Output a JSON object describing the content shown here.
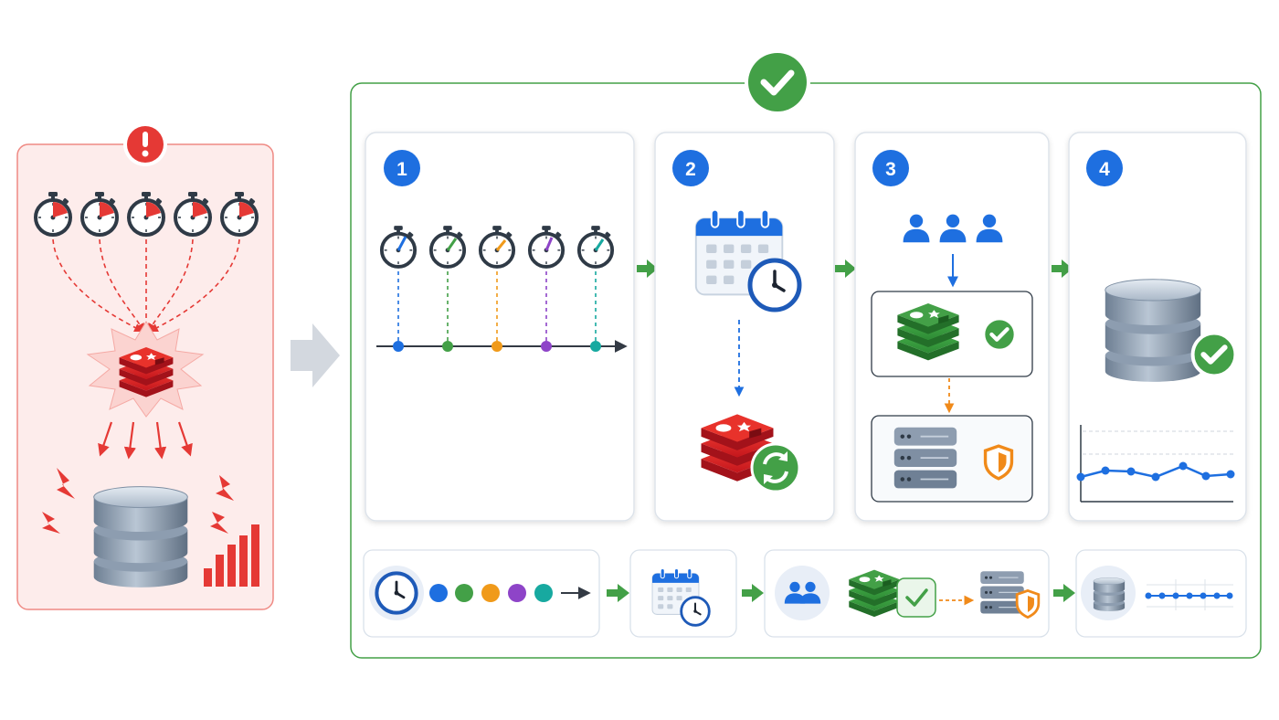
{
  "colors": {
    "problem_accent": "#e53935",
    "problem_bg": "#fdecea",
    "solution_border": "#43a047",
    "step_blue": "#1e6fe0",
    "arrow_green": "#43a047",
    "jitter_colors": [
      "#1e6fe0",
      "#43a047",
      "#f09a1a",
      "#8e44c8",
      "#17a9a0"
    ]
  },
  "problem_panel": {
    "badge_icon": "exclamation-icon",
    "timer_icons": [
      "stopwatch-icon",
      "stopwatch-icon",
      "stopwatch-icon",
      "stopwatch-icon",
      "stopwatch-icon"
    ],
    "cache_icon": "redis-cache-icon",
    "database_icon": "database-icon",
    "load_icon": "bar-chart-icon"
  },
  "solution_panel": {
    "badge_icon": "checkmark-icon",
    "steps": [
      {
        "number": "1",
        "icon": "jittered-timers-icon"
      },
      {
        "number": "2",
        "icon": "calendar-clock-icon"
      },
      {
        "number": "3",
        "icon": "users-lock-icon"
      },
      {
        "number": "4",
        "icon": "database-check-icon"
      }
    ],
    "summary_icons": [
      "clock-icon",
      "calendar-icon",
      "users-icon",
      "cache-check-icon",
      "server-shield-icon",
      "database-icon"
    ]
  }
}
